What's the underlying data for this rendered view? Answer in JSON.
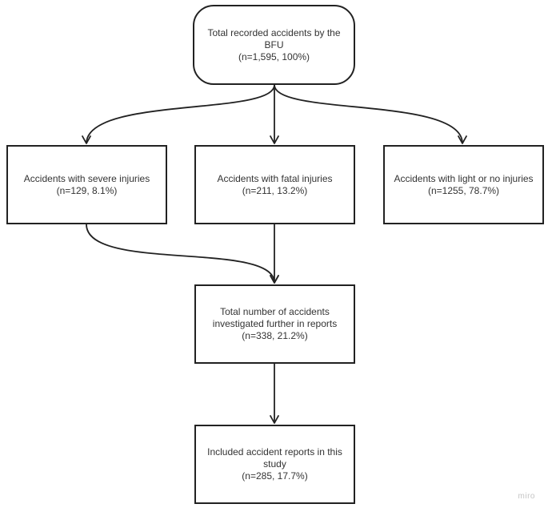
{
  "nodes": {
    "top": {
      "text": "Total recorded accidents by the BFU",
      "stat": "(n=1,595, 100%)"
    },
    "severe": {
      "text": "Accidents with severe injuries",
      "stat": "(n=129, 8.1%)"
    },
    "fatal": {
      "text": "Accidents with fatal injuries",
      "stat": "(n=211, 13.2%)"
    },
    "light": {
      "text": "Accidents with light or no injuries",
      "stat": "(n=1255, 78.7%)"
    },
    "mid": {
      "text": "Total number of accidents investigated further in reports",
      "stat": "(n=338, 21.2%)"
    },
    "bottom": {
      "text": "Included accident reports in this study",
      "stat": "(n=285, 17.7%)"
    }
  },
  "watermark": "miro",
  "colors": {
    "stroke": "#222222",
    "text": "#333333",
    "watermark": "#c4c4c4"
  }
}
